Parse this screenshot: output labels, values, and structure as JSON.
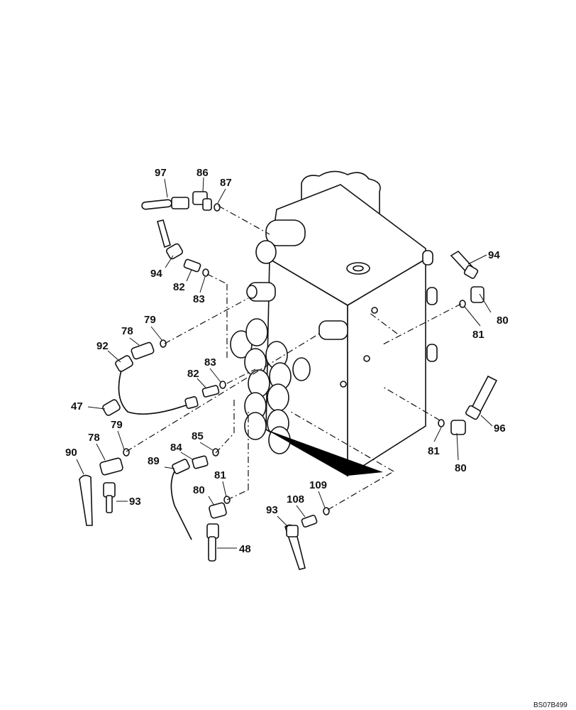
{
  "callouts": [
    {
      "id": "c97a",
      "label": "97"
    },
    {
      "id": "c86",
      "label": "86"
    },
    {
      "id": "c87",
      "label": "87"
    },
    {
      "id": "c94a",
      "label": "94"
    },
    {
      "id": "c82a",
      "label": "82"
    },
    {
      "id": "c83a",
      "label": "83"
    },
    {
      "id": "c79a",
      "label": "79"
    },
    {
      "id": "c78a",
      "label": "78"
    },
    {
      "id": "c92",
      "label": "92"
    },
    {
      "id": "c83b",
      "label": "83"
    },
    {
      "id": "c82b",
      "label": "82"
    },
    {
      "id": "c47",
      "label": "47"
    },
    {
      "id": "c79b",
      "label": "79"
    },
    {
      "id": "c78b",
      "label": "78"
    },
    {
      "id": "c90",
      "label": "90"
    },
    {
      "id": "c93a",
      "label": "93"
    },
    {
      "id": "c85",
      "label": "85"
    },
    {
      "id": "c84",
      "label": "84"
    },
    {
      "id": "c89",
      "label": "89"
    },
    {
      "id": "c81a",
      "label": "81"
    },
    {
      "id": "c80a",
      "label": "80"
    },
    {
      "id": "c48",
      "label": "48"
    },
    {
      "id": "c109",
      "label": "109"
    },
    {
      "id": "c108",
      "label": "108"
    },
    {
      "id": "c93b",
      "label": "93"
    },
    {
      "id": "c94b",
      "label": "94"
    },
    {
      "id": "c80b",
      "label": "80"
    },
    {
      "id": "c81b",
      "label": "81"
    },
    {
      "id": "c96",
      "label": "96"
    },
    {
      "id": "c81c",
      "label": "81"
    },
    {
      "id": "c80c",
      "label": "80"
    }
  ],
  "drawing_code": "BS07B499"
}
